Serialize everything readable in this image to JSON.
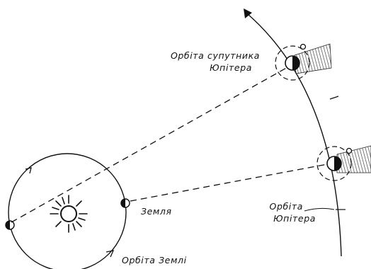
{
  "labels": {
    "satellite_orbit_line1": "Орбіта супутника",
    "satellite_orbit_line2": "Юпітера",
    "earth": "Земля",
    "jupiter_orbit_line1": "Орбіта",
    "jupiter_orbit_line2": "Юпітера",
    "earth_orbit": "Орбіта Землі"
  },
  "colors": {
    "ink": "#111111",
    "shadow": "#555555",
    "background": "#ffffff"
  }
}
